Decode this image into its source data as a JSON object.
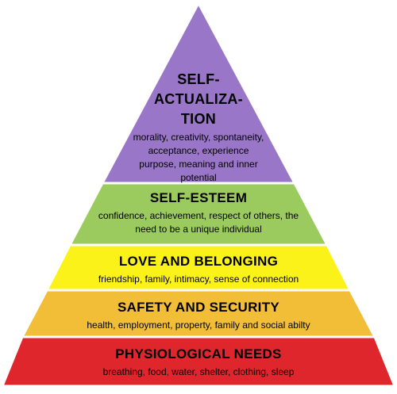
{
  "colors": {
    "outline": "#ffffff",
    "text": "#000000"
  },
  "tiers": [
    {
      "id": "self-actualization",
      "title": "SELF-ACTUALIZA-TION",
      "title_lines": [
        "SELF-",
        "ACTUALIZA-",
        "TION"
      ],
      "description": "morality, creativity, spontaneity, acceptance, experience purpose, meaning and inner potential",
      "color": "#9a76c9"
    },
    {
      "id": "self-esteem",
      "title": "SELF-ESTEEM",
      "description": "confidence, achievement, respect of others, the need to be a unique individual",
      "color": "#9bcb5f"
    },
    {
      "id": "love-and-belonging",
      "title": "LOVE AND BELONGING",
      "description": "friendship, family, intimacy, sense of connection",
      "color": "#fbf219"
    },
    {
      "id": "safety-and-security",
      "title": "SAFETY AND SECURITY",
      "description": "health, employment, property, family and social abilty",
      "color": "#f2bd37"
    },
    {
      "id": "physiological-needs",
      "title": "PHYSIOLOGICAL NEEDS",
      "description": "breathing, food, water, shelter, clothing, sleep",
      "color": "#e0262d"
    }
  ]
}
